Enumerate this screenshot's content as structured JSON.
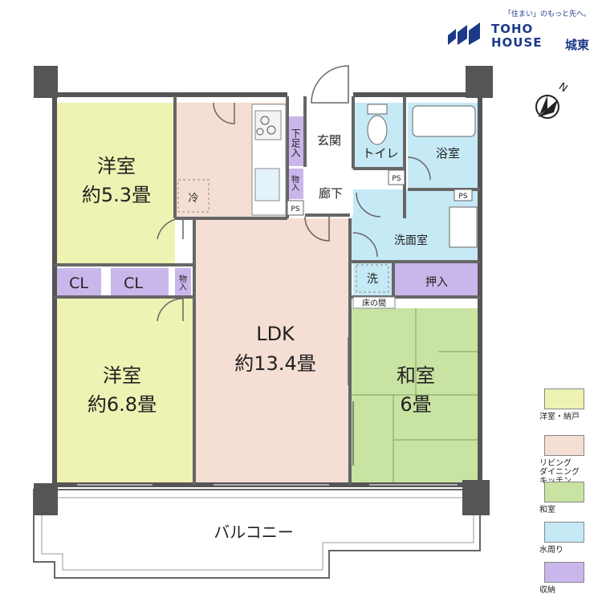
{
  "branding": {
    "tagline": "「住まい」のもっと先へ。",
    "company": "TOHO\nHOUSE",
    "branch": "城東",
    "logo_icon": "toho-house-logo-icon"
  },
  "compass": {
    "direction": "N",
    "icon": "north-arrow-icon"
  },
  "rooms": {
    "western_room_1": {
      "name": "洋室",
      "area": "約5.3畳",
      "color": "#eef2b2"
    },
    "western_room_2": {
      "name": "洋室",
      "area": "約6.8畳",
      "color": "#eef2b2"
    },
    "ldk": {
      "name": "LDK",
      "area": "約13.4畳",
      "color": "#f5ded3"
    },
    "japanese_room": {
      "name": "和室",
      "area": "6畳",
      "color": "#c9e3a3"
    },
    "entrance": "玄関",
    "shoe_storage": "下足入",
    "hallway": "廊下",
    "toilet": "トイレ",
    "bathroom": "浴室",
    "washroom": "洗面室",
    "closet_1": "CL",
    "closet_2": "CL",
    "storage_1": "物入",
    "storage_2": "物入",
    "oshiire": "押入",
    "tokonoma": "床の間",
    "refrigerator": "冷",
    "washing_machine": "洗",
    "ps_1": "PS",
    "ps_2": "PS",
    "ps_3": "PS",
    "balcony": "バルコニー"
  },
  "legend": [
    {
      "label": "洋室・納戸",
      "color": "#eef2b2"
    },
    {
      "label": "リビング\nダイニング\nキッチン",
      "color": "#f5ded3"
    },
    {
      "label": "和室",
      "color": "#c9e3a3"
    },
    {
      "label": "水周り",
      "color": "#c6e9f6"
    },
    {
      "label": "収納",
      "color": "#c9b7ec"
    }
  ]
}
